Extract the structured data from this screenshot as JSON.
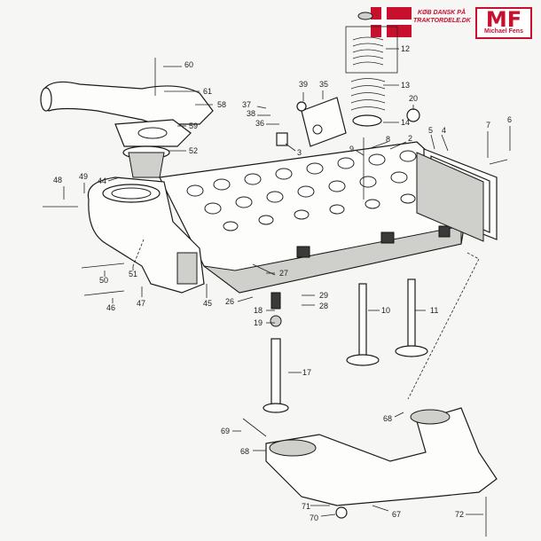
{
  "banner": {
    "flag_colors": {
      "red": "#c8102e",
      "white": "#ffffff"
    },
    "text_line1": "KØB DANSK PÅ",
    "text_line2": "TRAKTORDELE.DK",
    "logo_big": "MF",
    "logo_small": "Michael Fens"
  },
  "part_numbers": [
    "2",
    "3",
    "4",
    "5",
    "6",
    "7",
    "8",
    "9",
    "10",
    "11",
    "12",
    "13",
    "14",
    "17",
    "18",
    "19",
    "20",
    "26",
    "27",
    "28",
    "29",
    "35",
    "36",
    "37",
    "38",
    "39",
    "44",
    "45",
    "46",
    "47",
    "48",
    "49",
    "50",
    "51",
    "52",
    "58",
    "59",
    "60",
    "61",
    "67",
    "68",
    "68",
    "69",
    "70",
    "71",
    "72"
  ]
}
